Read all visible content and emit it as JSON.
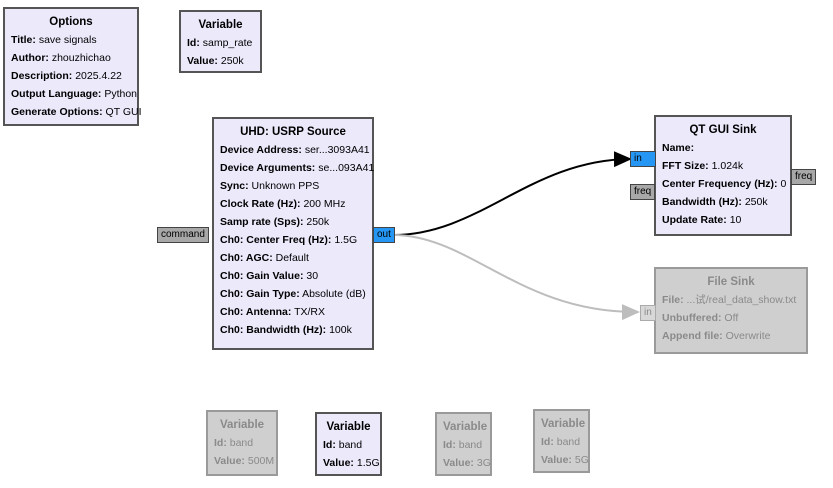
{
  "options_block": {
    "title": "Options",
    "params": [
      {
        "key": "Title:",
        "value": "save signals"
      },
      {
        "key": "Author:",
        "value": "zhouzhichao"
      },
      {
        "key": "Description:",
        "value": "2025.4.22"
      },
      {
        "key": "Output Language:",
        "value": "Python"
      },
      {
        "key": "Generate Options:",
        "value": "QT GUI"
      }
    ]
  },
  "samp_rate_var": {
    "title": "Variable",
    "params": [
      {
        "key": "Id:",
        "value": "samp_rate"
      },
      {
        "key": "Value:",
        "value": "250k"
      }
    ]
  },
  "usrp_source": {
    "title": "UHD: USRP Source",
    "params": [
      {
        "key": "Device Address:",
        "value": "ser...3093A41"
      },
      {
        "key": "Device Arguments:",
        "value": "se...093A41"
      },
      {
        "key": "Sync:",
        "value": "Unknown PPS"
      },
      {
        "key": "Clock Rate (Hz):",
        "value": "200 MHz"
      },
      {
        "key": "Samp rate (Sps):",
        "value": "250k"
      },
      {
        "key": "Ch0: Center Freq (Hz):",
        "value": "1.5G"
      },
      {
        "key": "Ch0: AGC:",
        "value": "Default"
      },
      {
        "key": "Ch0: Gain Value:",
        "value": "30"
      },
      {
        "key": "Ch0: Gain Type:",
        "value": "Absolute (dB)"
      },
      {
        "key": "Ch0: Antenna:",
        "value": "TX/RX"
      },
      {
        "key": "Ch0: Bandwidth (Hz):",
        "value": "100k"
      }
    ],
    "port_in": "command",
    "port_out": "out"
  },
  "qt_gui_sink": {
    "title": "QT GUI Sink",
    "params": [
      {
        "key": "Name:",
        "value": ""
      },
      {
        "key": "FFT Size:",
        "value": "1.024k"
      },
      {
        "key": "Center Frequency (Hz):",
        "value": "0"
      },
      {
        "key": "Bandwidth (Hz):",
        "value": "250k"
      },
      {
        "key": "Update Rate:",
        "value": "10"
      }
    ],
    "port_in": "in",
    "port_freq_in": "freq",
    "port_freq_out": "freq"
  },
  "file_sink": {
    "title": "File Sink",
    "params": [
      {
        "key": "File:",
        "value": "...试/real_data_show.txt"
      },
      {
        "key": "Unbuffered:",
        "value": "Off"
      },
      {
        "key": "Append file:",
        "value": "Overwrite"
      }
    ],
    "port_in": "in"
  },
  "band_vars": [
    {
      "title": "Variable",
      "id_key": "Id:",
      "id_value": "band",
      "val_key": "Value:",
      "val_value": "500M"
    },
    {
      "title": "Variable",
      "id_key": "Id:",
      "id_value": "band",
      "val_key": "Value:",
      "val_value": "1.5G"
    },
    {
      "title": "Variable",
      "id_key": "Id:",
      "id_value": "band",
      "val_key": "Value:",
      "val_value": "3G"
    },
    {
      "title": "Variable",
      "id_key": "Id:",
      "id_value": "band",
      "val_key": "Value:",
      "val_value": "5G"
    }
  ],
  "colors": {
    "block_bg": "#ece9fb",
    "disabled_bg": "#cfcfcf",
    "stream_port": "#2596f3",
    "message_port": "#a8a8a8"
  }
}
